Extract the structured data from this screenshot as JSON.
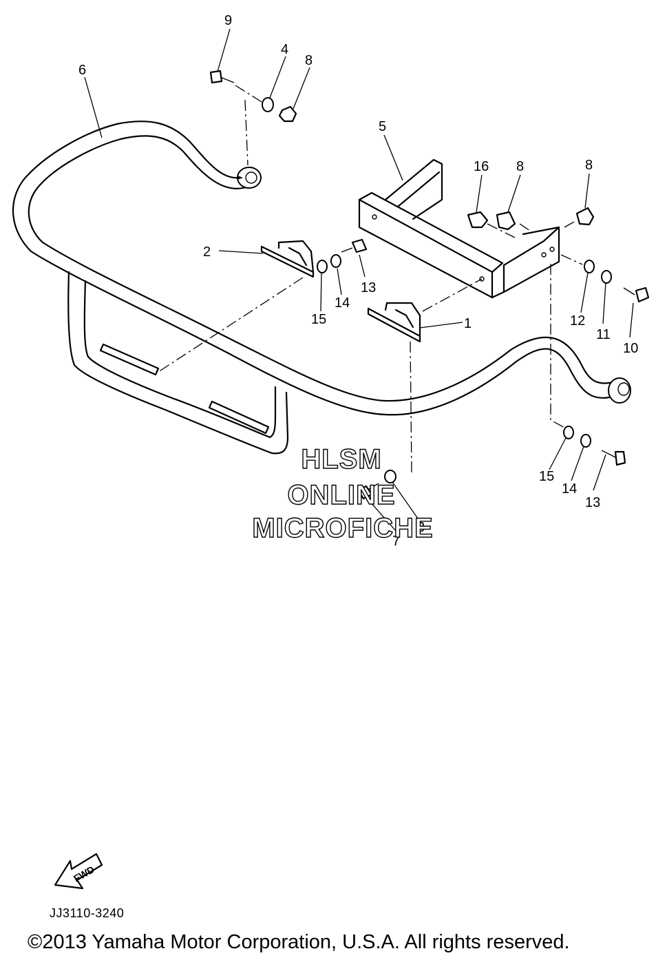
{
  "diagram": {
    "callouts": [
      {
        "id": "9",
        "text": "9"
      },
      {
        "id": "4",
        "text": "4"
      },
      {
        "id": "8a",
        "text": "8"
      },
      {
        "id": "6",
        "text": "6"
      },
      {
        "id": "5",
        "text": "5"
      },
      {
        "id": "16",
        "text": "16"
      },
      {
        "id": "8b",
        "text": "8"
      },
      {
        "id": "8c",
        "text": "8"
      },
      {
        "id": "2",
        "text": "2"
      },
      {
        "id": "13a",
        "text": "13"
      },
      {
        "id": "14a",
        "text": "14"
      },
      {
        "id": "15a",
        "text": "15"
      },
      {
        "id": "1",
        "text": "1"
      },
      {
        "id": "12",
        "text": "12"
      },
      {
        "id": "11",
        "text": "11"
      },
      {
        "id": "10",
        "text": "10"
      },
      {
        "id": "15b",
        "text": "15"
      },
      {
        "id": "14b",
        "text": "14"
      },
      {
        "id": "13b",
        "text": "13"
      },
      {
        "id": "3",
        "text": "3"
      },
      {
        "id": "7",
        "text": "7"
      }
    ],
    "watermark": [
      "HLSM",
      "ONLINE",
      "MICROFICHE"
    ],
    "fwd_label": "FWD",
    "drawing_code": "JJ3110-3240"
  },
  "footer": {
    "copyright": "©2013 Yamaha Motor Corporation, U.S.A. All rights reserved."
  }
}
